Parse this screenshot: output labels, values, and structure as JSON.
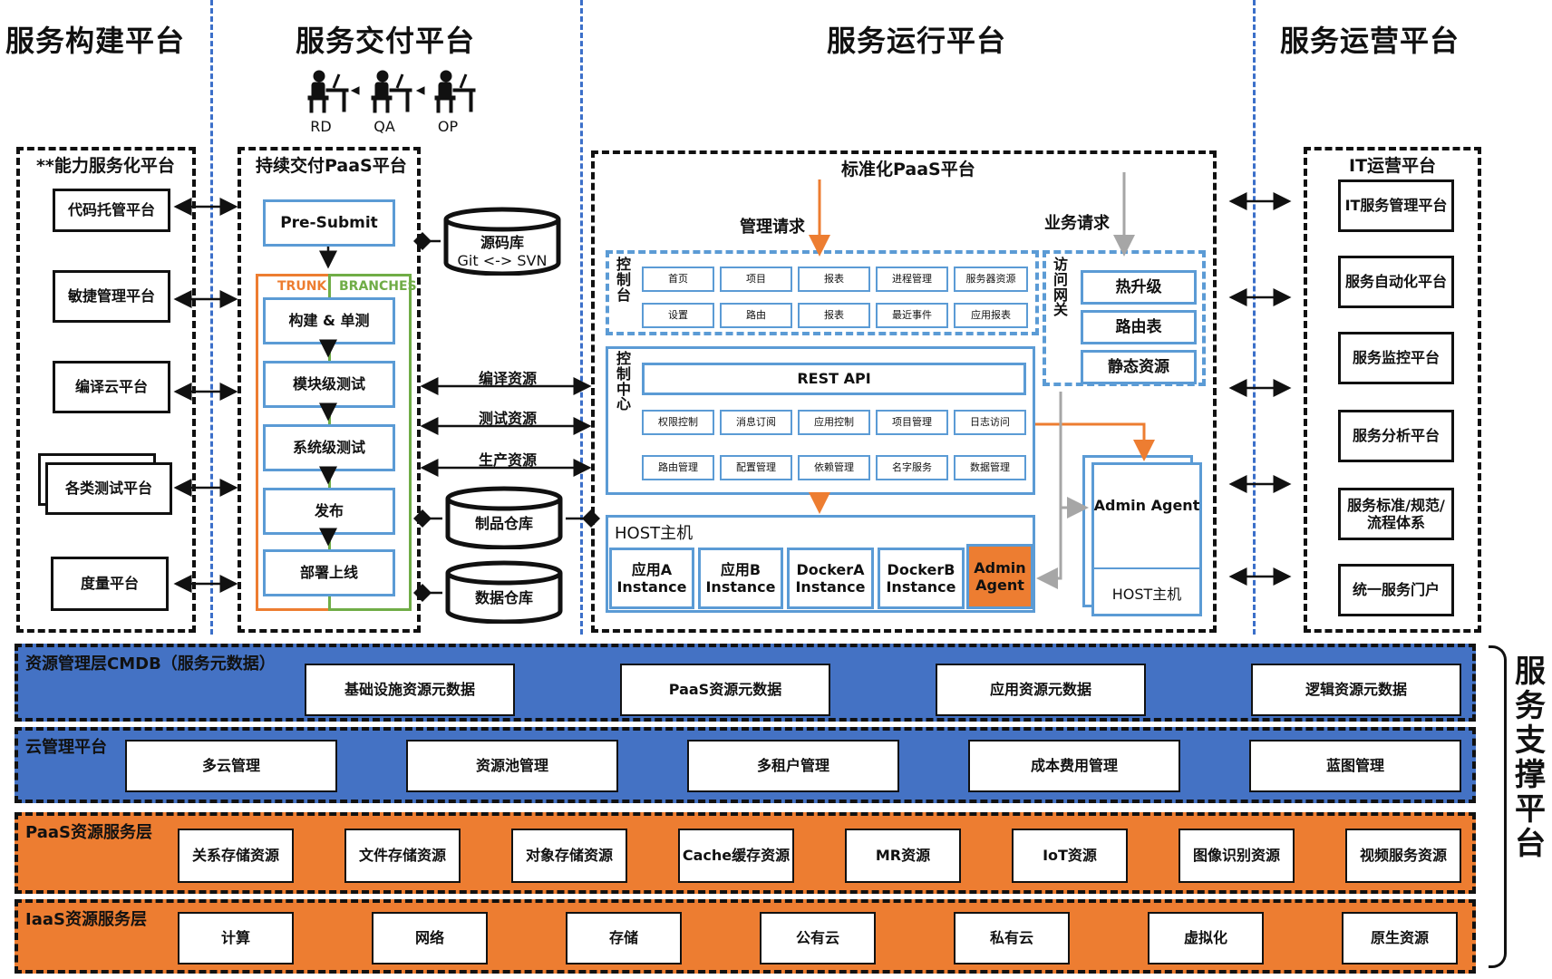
{
  "headers": {
    "build": "服务构建平台",
    "deliver": "服务交付平台",
    "run": "服务运行平台",
    "ops": "服务运营平台"
  },
  "roles": [
    "RD",
    "QA",
    "OP"
  ],
  "capability": {
    "title": "**能力服务化平台",
    "items": [
      "代码托管平台",
      "敏捷管理平台",
      "编译云平台",
      "各类测试平台",
      "度量平台"
    ]
  },
  "cd": {
    "title": "持续交付PaaS平台",
    "presubmit": "Pre-Submit",
    "trunk": "TRUNK",
    "branches": "BRANCHES",
    "steps": [
      "构建 & 单测",
      "模块级测试",
      "系统级测试",
      "发布",
      "部署上线"
    ]
  },
  "repos": {
    "source_title": "源码库",
    "source_sub": "Git <-> SVN",
    "artifact": "制品仓库",
    "data": "数据仓库"
  },
  "resources": [
    "编译资源",
    "测试资源",
    "生产资源"
  ],
  "paas": {
    "title": "标准化PaaS平台",
    "mgmt_request": "管理请求",
    "biz_request": "业务请求",
    "console_label": "控制台",
    "console_row1": [
      "首页",
      "项目",
      "报表",
      "进程管理",
      "服务器资源"
    ],
    "console_row2": [
      "设置",
      "路由",
      "报表",
      "最近事件",
      "应用报表"
    ],
    "gateway_label": "访问网关",
    "gateway_items": [
      "热升级",
      "路由表",
      "静态资源"
    ],
    "control_label": "控制中心",
    "rest_api": "REST API",
    "control_row1": [
      "权限控制",
      "消息订阅",
      "应用控制",
      "项目管理",
      "日志访问"
    ],
    "control_row2": [
      "路由管理",
      "配置管理",
      "依赖管理",
      "名字服务",
      "数据管理"
    ],
    "host_title": "HOST主机",
    "host_items": [
      "应用A Instance",
      "应用B Instance",
      "DockerA Instance",
      "DockerB Instance"
    ],
    "host_admin": "Admin Agent",
    "side_admin": "Admin Agent",
    "side_host": "HOST主机"
  },
  "it_ops": {
    "title": "IT运营平台",
    "items": [
      "IT服务管理平台",
      "服务自动化平台",
      "服务监控平台",
      "服务分析平台",
      "服务标准/规范/流程体系",
      "统一服务门户"
    ]
  },
  "layers": [
    {
      "title": "资源管理层CMDB（服务元数据）",
      "items": [
        "基础设施资源元数据",
        "PaaS资源元数据",
        "应用资源元数据",
        "逻辑资源元数据"
      ]
    },
    {
      "title": "云管理平台",
      "items": [
        "多云管理",
        "资源池管理",
        "多租户管理",
        "成本费用管理",
        "蓝图管理"
      ]
    },
    {
      "title": "PaaS资源服务层",
      "items": [
        "关系存储资源",
        "文件存储资源",
        "对象存储资源",
        "Cache缓存资源",
        "MR资源",
        "IoT资源",
        "图像识别资源",
        "视频服务资源"
      ]
    },
    {
      "title": "IaaS资源服务层",
      "items": [
        "计算",
        "网络",
        "存储",
        "公有云",
        "私有云",
        "虚拟化",
        "原生资源"
      ]
    }
  ],
  "support_label": "服务支撑平台",
  "colors": {
    "blue_band": "#4472c4",
    "orange_band": "#ed7d31",
    "light_blue": "#5b9bd5",
    "orange": "#ed7d31",
    "green": "#70ad47",
    "gray_arrow": "#a6a6a6"
  }
}
